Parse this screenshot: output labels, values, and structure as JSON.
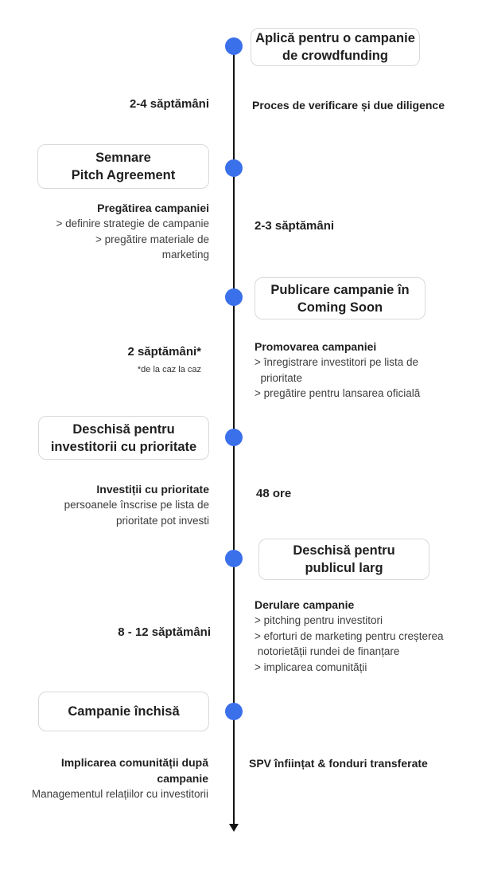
{
  "colors": {
    "dot": "#3b70eb",
    "line": "#111111",
    "box_border": "#d9d9d9",
    "box_bg": "#ffffff",
    "heading": "#1f1f1f",
    "body": "#3d3d3d"
  },
  "milestones": [
    {
      "label": "Aplică pentru o campanie\nde crowdfunding"
    },
    {
      "label": "Semnare\nPitch Agreement"
    },
    {
      "label": "Publicare campanie în\nComing Soon"
    },
    {
      "label": "Deschisă pentru\ninvestitorii cu prioritate"
    },
    {
      "label": "Deschisă pentru\npublicul larg"
    },
    {
      "label": "Campanie închisă"
    }
  ],
  "segments": [
    {
      "duration": "2-4 săptămâni",
      "activity_title": "Proces de verificare și due diligence"
    },
    {
      "duration": "2-3 săptămâni",
      "activity_title": "Pregătirea campaniei",
      "activity_lines": "> definire strategie de campanie\n> pregătire materiale de\nmarketing"
    },
    {
      "duration": "2 săptămâni*",
      "duration_note": "*de la caz la caz",
      "activity_title": "Promovarea campaniei",
      "activity_lines": "> înregistrare investitori pe lista de\n  prioritate\n> pregătire pentru lansarea oficială"
    },
    {
      "duration": "48 ore",
      "activity_title": "Investiții cu prioritate",
      "activity_lines": "persoanele înscrise pe lista de\nprioritate pot investi"
    },
    {
      "duration": "8 - 12 săptămâni",
      "activity_title": "Derulare campanie",
      "activity_lines": "> pitching pentru investitori\n> eforturi de marketing pentru creșterea\n notorietății rundei de finanțare\n> implicarea comunității"
    },
    {
      "activity_title": "Implicarea comunității după\ncampanie",
      "activity_lines": "Managementul relațiilor cu investitorii",
      "status": "SPV înființat & fonduri transferate"
    }
  ]
}
